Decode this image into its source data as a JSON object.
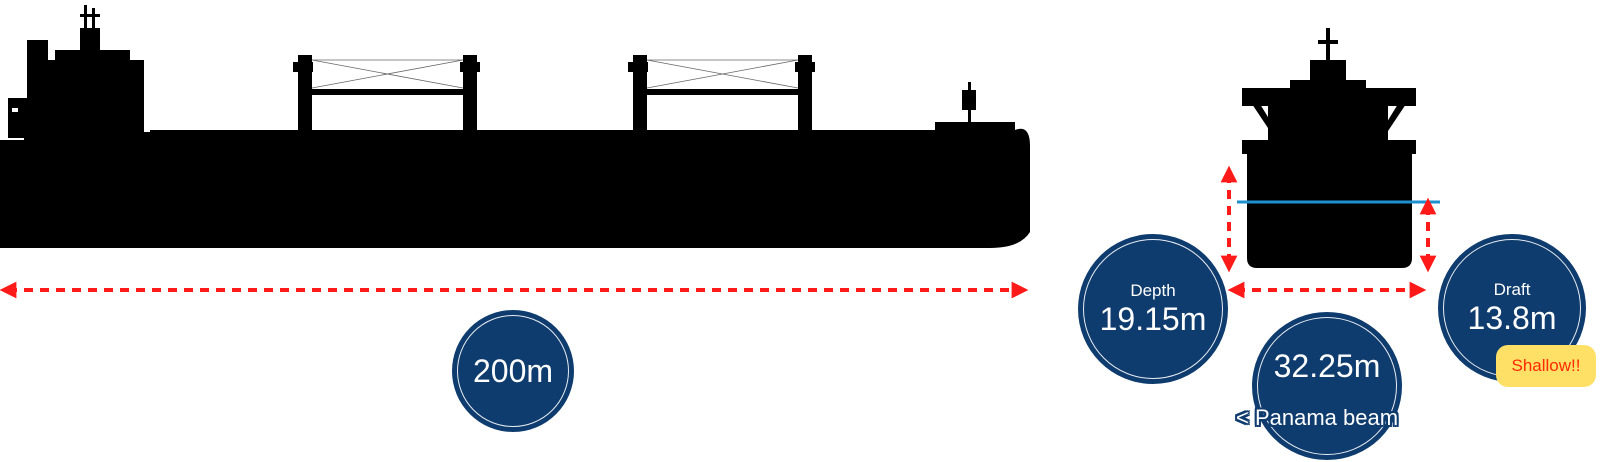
{
  "colors": {
    "silhouette": "#000000",
    "dimension_arrow": "#ff1a1a",
    "badge_fill": "#0f3c6e",
    "waterline": "#1e90d0",
    "warn_fill": "#ffe066",
    "warn_text": "#ff2a00"
  },
  "icons": {
    "side_view": "bulk-carrier-side-silhouette-icon",
    "front_view": "bulk-carrier-front-silhouette-icon"
  },
  "length": {
    "value": "200m"
  },
  "depth": {
    "label": "Depth",
    "value": "19.15m"
  },
  "beam": {
    "value": "32.25m",
    "note": "< Panama beam"
  },
  "draft": {
    "label": "Draft",
    "value": "13.8m",
    "warning": "Shallow!!"
  }
}
